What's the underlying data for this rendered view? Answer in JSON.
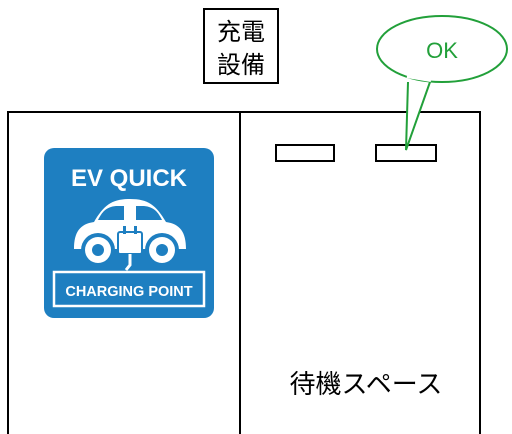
{
  "charger_box": {
    "line1": "充電",
    "line2": "設備"
  },
  "callout": {
    "text": "OK",
    "color": "#22a03a"
  },
  "ev_sign": {
    "title": "EV QUICK",
    "subtitle": "CHARGING POINT",
    "icon": "electric-car-plug-icon",
    "background": "#1e7fc1",
    "foreground": "#ffffff"
  },
  "waiting_space": {
    "label": "待機スペース"
  }
}
